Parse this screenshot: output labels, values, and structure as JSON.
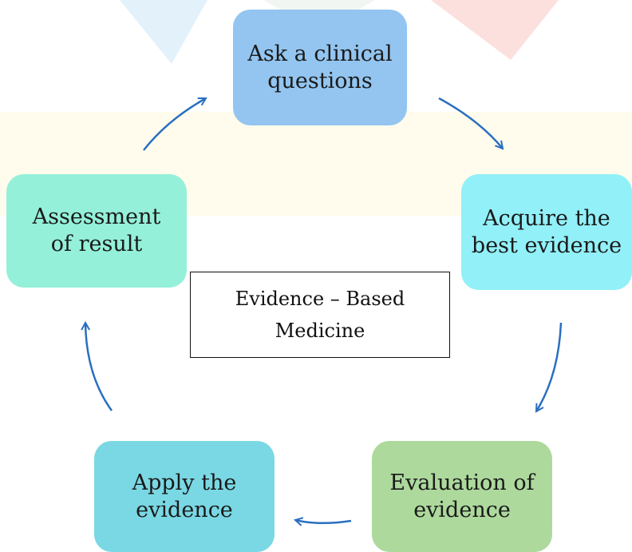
{
  "center": {
    "line1": "Evidence – Based",
    "line2": "Medicine"
  },
  "nodes": {
    "ask": "Ask a clinical\nquestions",
    "acquire": "Acquire the\nbest evidence",
    "evaluation": "Evaluation of\nevidence",
    "apply": "Apply the\nevidence",
    "assessment": "Assessment\nof result"
  },
  "colors": {
    "ask": "#93c5f0",
    "acquire": "#92f0f8",
    "evaluation": "#add99d",
    "apply": "#7ad8e4",
    "assessment": "#94f0d9",
    "arrow": "#2a6fc0"
  }
}
